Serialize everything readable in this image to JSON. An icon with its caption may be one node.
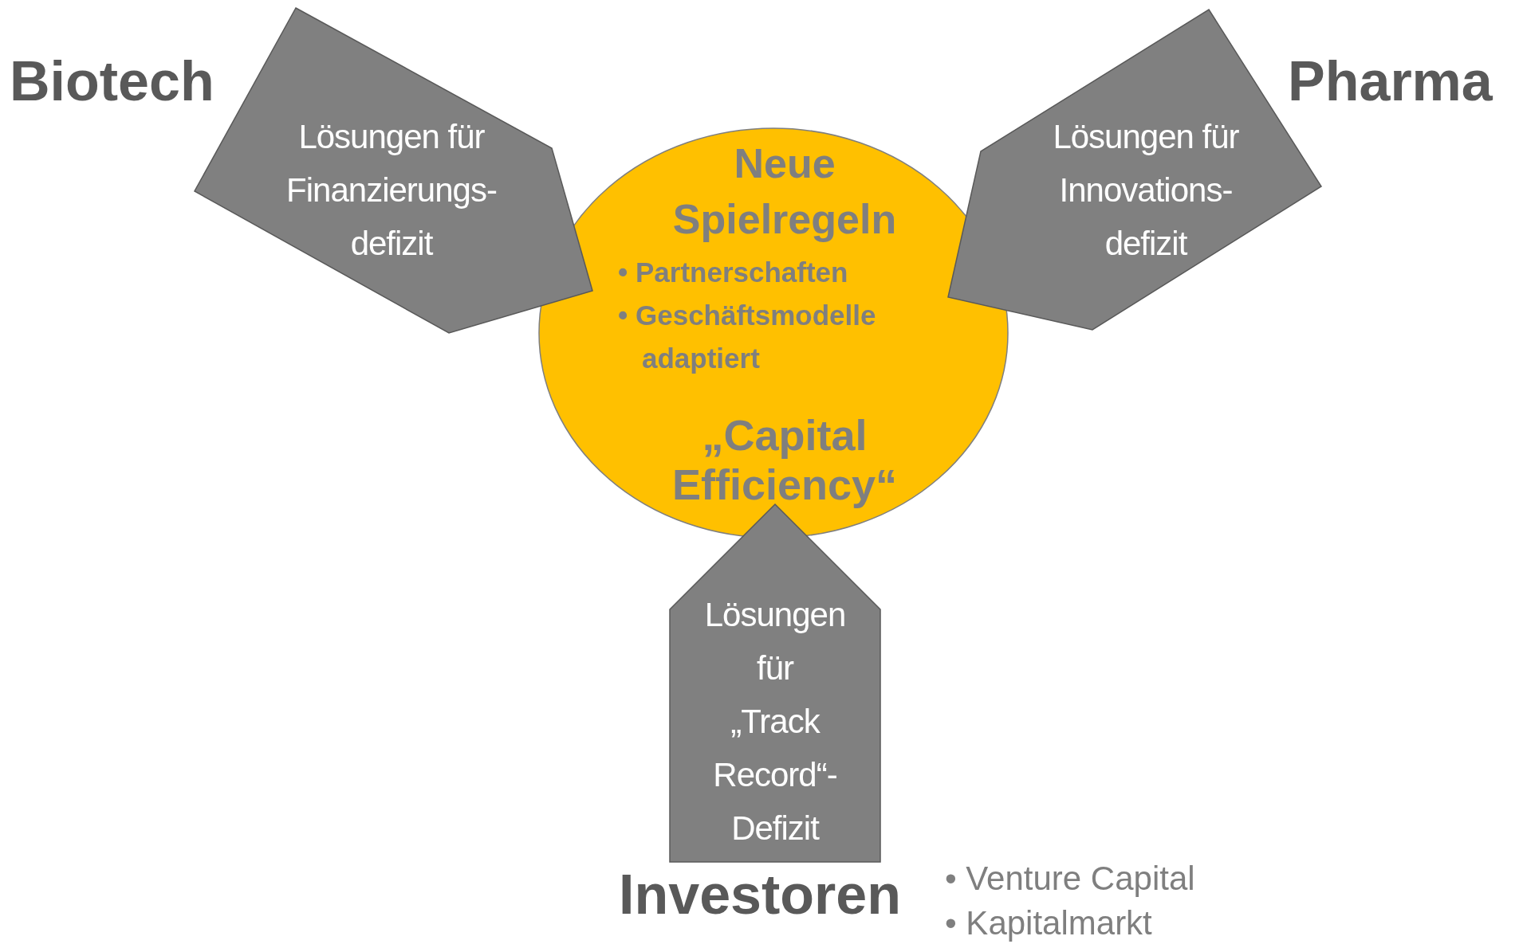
{
  "diagram": {
    "nodes": [
      {
        "text": [
          "Neue Spielregeln",
          "• Partnerschaften",
          "• Geschäftsmodelle adaptiert",
          "„Capital Efficiency“"
        ]
      },
      {
        "text": [
          "Lösungen für Finanzierungs- defizit"
        ]
      },
      {
        "text": [
          "Lösungen für Innovations- defizit"
        ]
      },
      {
        "text": [
          "Lösungen für „Track Record“- Defizit"
        ]
      }
    ],
    "labels": [
      "Biotech",
      "Pharma",
      "Investoren",
      "• Venture Capital",
      "• Kapitalmarkt"
    ]
  }
}
